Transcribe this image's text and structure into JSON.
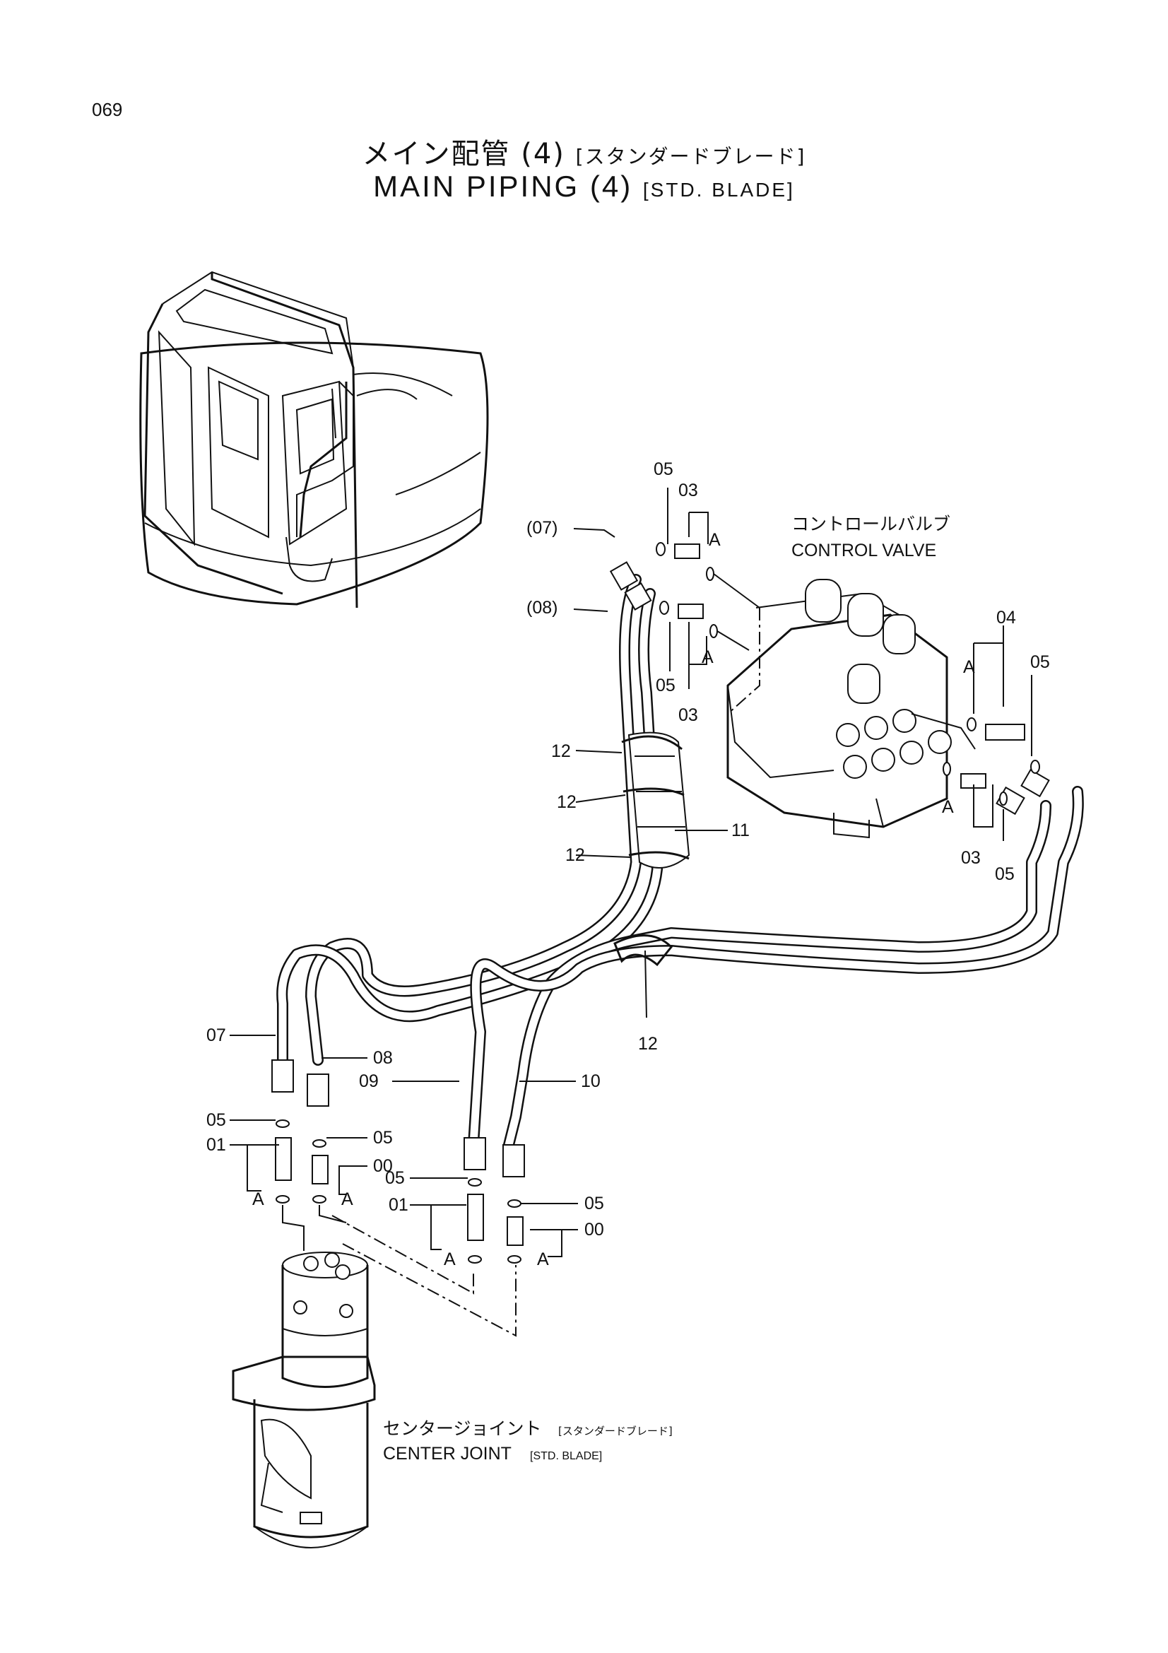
{
  "page_number": "069",
  "title": {
    "jp_main": "メイン配管 (4)",
    "jp_sub": "[スタンダードブレード]",
    "en_main": "MAIN PIPING (4)",
    "en_sub": "[STD. BLADE]"
  },
  "labels": {
    "control_valve_jp": "コントロールバルブ",
    "control_valve_en": "CONTROL VALVE",
    "center_joint_jp": "センタージョイント",
    "center_joint_jp_sub": "[スタンダードブレード]",
    "center_joint_en": "CENTER JOINT",
    "center_joint_en_sub": "[STD. BLADE]",
    "ref_a": "A"
  },
  "part_callouts": {
    "p07_ref": "(07)",
    "p08_ref": "(08)",
    "p00": "00",
    "p01": "01",
    "p03": "03",
    "p04": "04",
    "p05": "05",
    "p07": "07",
    "p08": "08",
    "p09": "09",
    "p10": "10",
    "p11": "11",
    "p12": "12"
  }
}
